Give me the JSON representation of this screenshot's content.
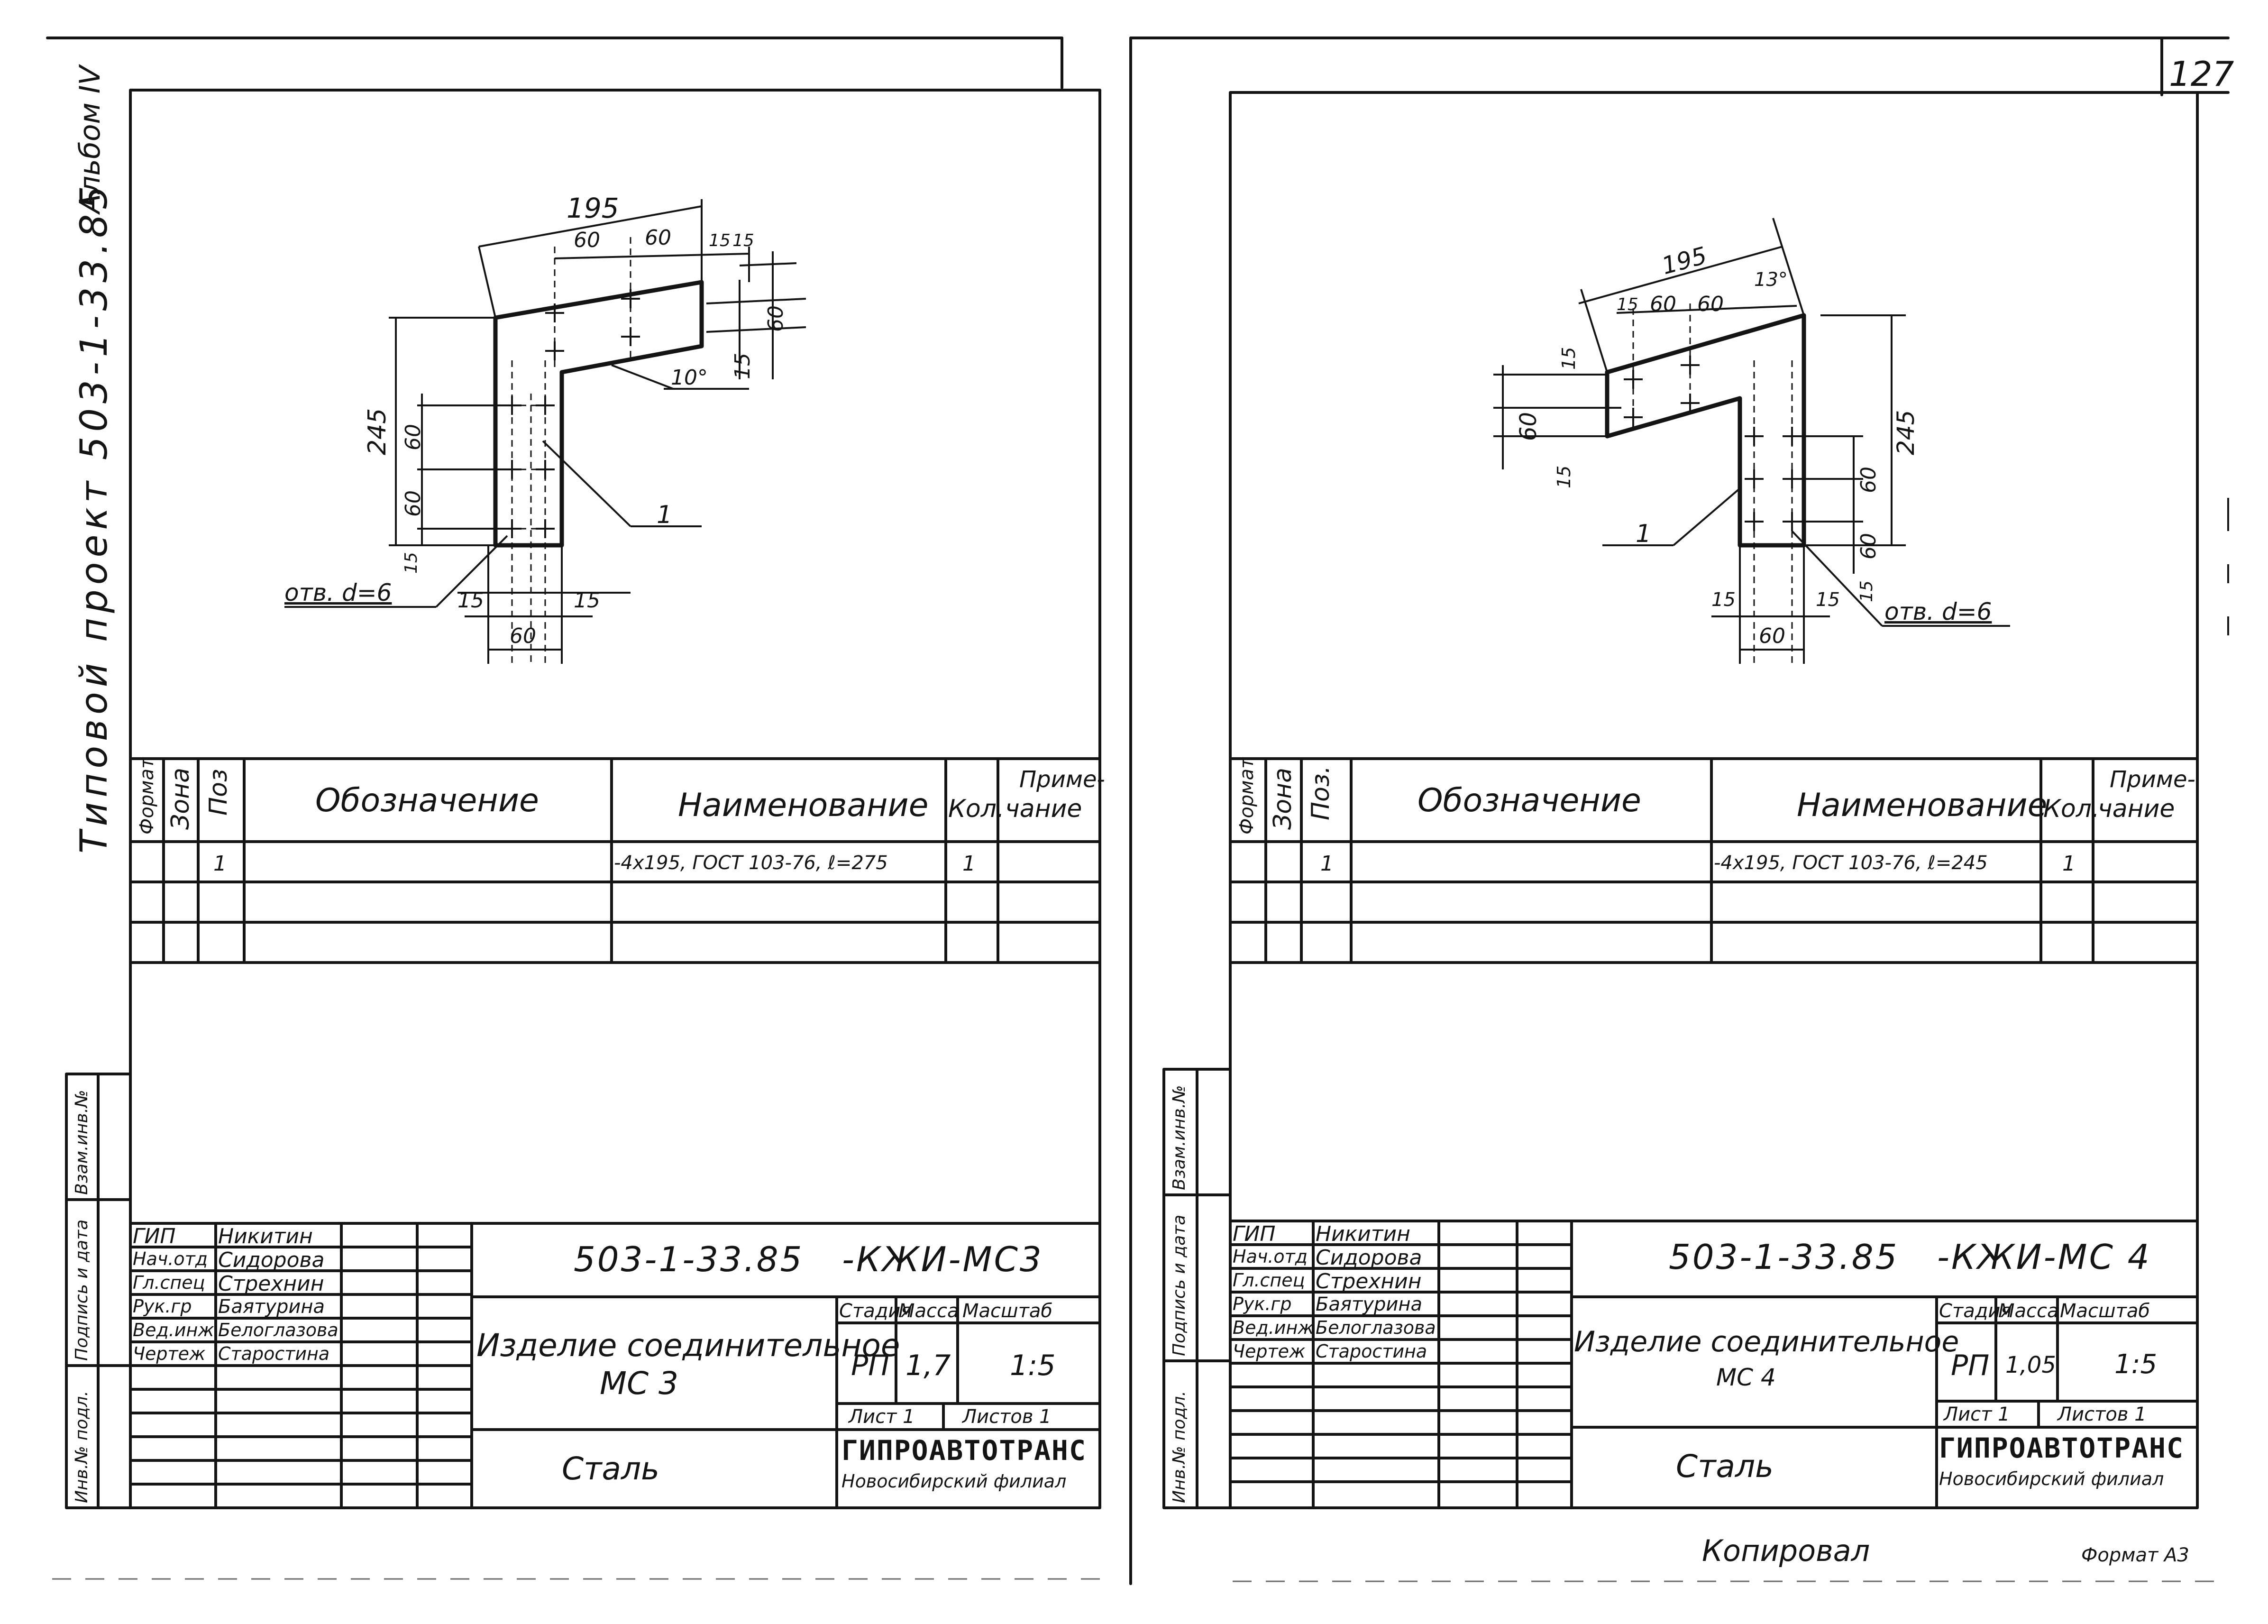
{
  "page": {
    "sheet_number": "127",
    "side_album": "Альбом IV",
    "side_project": "Типовой проект 503-1-33.85",
    "copied_label": "Копировал",
    "format_label": "Формат А3"
  },
  "spec_headers": {
    "format": "Формат",
    "zone": "Зона",
    "pos_left": "Поз",
    "pos_right": "Поз.",
    "designation": "Обозначение",
    "name": "Наименование",
    "qty": "Кол.",
    "note_1": "Приме-",
    "note_2": "чание"
  },
  "side_stamps": {
    "inv_sub": "Взам.инв.№",
    "sign_date": "Подпись и дата",
    "inv_orig": "Инв.№ подл."
  },
  "sheets": [
    {
      "spec_row": {
        "pos": "1",
        "name": "-4х195, ГОСТ 103-76, ℓ=275",
        "qty": "1"
      },
      "signers": [
        {
          "role": "ГИП",
          "name": "Никитин"
        },
        {
          "role": "Нач.отд",
          "name": "Сидорова"
        },
        {
          "role": "Гл.спец",
          "name": "Стрехнин"
        },
        {
          "role": "Рук.гр",
          "name": "Баятурина"
        },
        {
          "role": "Вед.инж",
          "name": "Белоглазова"
        },
        {
          "role": "Чертеж",
          "name": "Старостина"
        }
      ],
      "code": "503-1-33.85   -КЖИ-МС3",
      "title_1": "Изделие соединительное",
      "title_2": "МС 3",
      "stage_label": "Стадия",
      "mass_label": "Масса",
      "scale_label": "Масштаб",
      "stage": "РП",
      "mass": "1,7",
      "scale": "1:5",
      "sheet_label": "Лист 1",
      "sheets_label": "Листов 1",
      "material": "Сталь",
      "org": "ГИПРОАВТОТРАНС",
      "branch": "Новосибирский филиал",
      "dims": {
        "overall_w": "195",
        "d60a": "60",
        "d60b": "60",
        "d15a": "15",
        "d15b": "15",
        "d60v": "60",
        "d15v": "15",
        "angle": "10°",
        "leader": "1",
        "height": "245",
        "h60a": "60",
        "h60b": "60",
        "h15": "15",
        "hole": "отв. d=6",
        "b15a": "15",
        "b15b": "15",
        "b60": "60"
      }
    },
    {
      "spec_row": {
        "pos": "1",
        "name": "-4х195, ГОСТ 103-76, ℓ=245",
        "qty": "1"
      },
      "signers": [
        {
          "role": "ГИП",
          "name": "Никитин"
        },
        {
          "role": "Нач.отд",
          "name": "Сидорова"
        },
        {
          "role": "Гл.спец",
          "name": "Стрехнин"
        },
        {
          "role": "Рук.гр",
          "name": "Баятурина"
        },
        {
          "role": "Вед.инж",
          "name": "Белоглазова"
        },
        {
          "role": "Чертеж",
          "name": "Старостина"
        }
      ],
      "code": "503-1-33.85   -КЖИ-МС 4",
      "title_1": "Изделие соединительное",
      "title_2": "МС 4",
      "stage_label": "Стадия",
      "mass_label": "Масса",
      "scale_label": "Масштаб",
      "stage": "РП",
      "mass": "1,05",
      "scale": "1:5",
      "sheet_label": "Лист 1",
      "sheets_label": "Листов 1",
      "material": "Сталь",
      "org": "ГИПРОАВТОТРАНС",
      "branch": "Новосибирский филиал",
      "dims": {
        "overall_w": "195",
        "d15": "15",
        "d60a": "60",
        "d60b": "60",
        "angle": "13°",
        "v15": "15",
        "v60": "60",
        "v15b": "15",
        "leader": "1",
        "h60a": "60",
        "height": "245",
        "h60b": "60",
        "h15": "15",
        "hole": "отв. d=6",
        "b15a": "15",
        "b15b": "15",
        "b60": "60"
      }
    }
  ]
}
